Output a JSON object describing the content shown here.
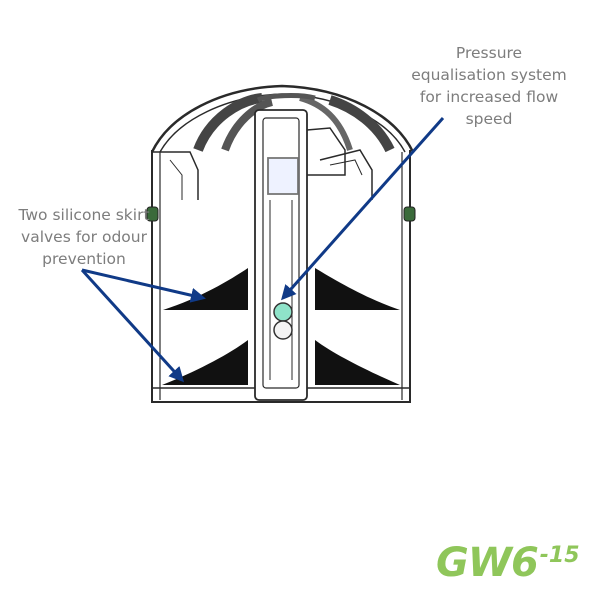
{
  "labels": {
    "pressure": [
      "Pressure",
      "equalisation system",
      "for increased flow",
      "speed"
    ],
    "valves": [
      "Two silicone skirt",
      "valves for odour",
      "prevention"
    ]
  },
  "brand": {
    "main": "GW6",
    "sup": "-15"
  },
  "colors": {
    "arrow": "#103a87",
    "text": "#7d7d7d",
    "brand": "#8fc65a",
    "valve": "#111111",
    "ball": "#8fe3c9"
  }
}
